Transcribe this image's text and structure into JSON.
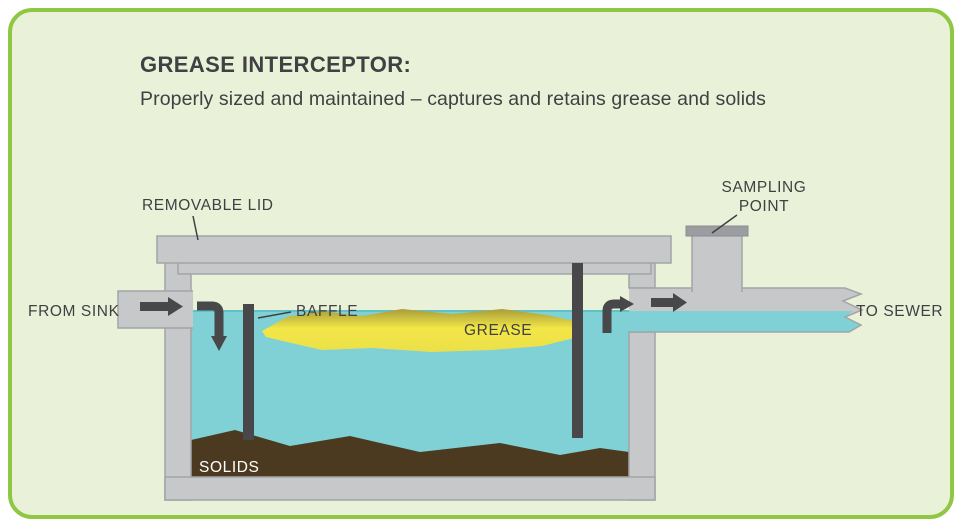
{
  "header": {
    "title": "GREASE INTERCEPTOR:",
    "subtitle": "Properly sized and maintained – captures and retains grease and solids"
  },
  "diagram": {
    "labels": {
      "removable_lid": "REMOVABLE LID",
      "from_sink": "FROM SINK",
      "baffle": "BAFFLE",
      "grease": "GREASE",
      "solids": "SOLIDS",
      "sampling_point": [
        "SAMPLING",
        "POINT"
      ],
      "to_sewer": "TO SEWER"
    }
  },
  "colors": {
    "panel_background": "#e9f2d9",
    "panel_border": "#8fc742",
    "metal_gray": "#c7c8ca",
    "metal_gray_dark": "#9b9da0",
    "metal_outline": "#a2a4a7",
    "charcoal": "#48484a",
    "water_teal": "#7fd1d5",
    "water_edge": "#5fc0c6",
    "grease_yellow": "#f2e647",
    "grease_shadow": "#a89d3a",
    "solids_brown": "#4c3a20",
    "text_dark": "#414042",
    "text_light": "#ffffff"
  }
}
